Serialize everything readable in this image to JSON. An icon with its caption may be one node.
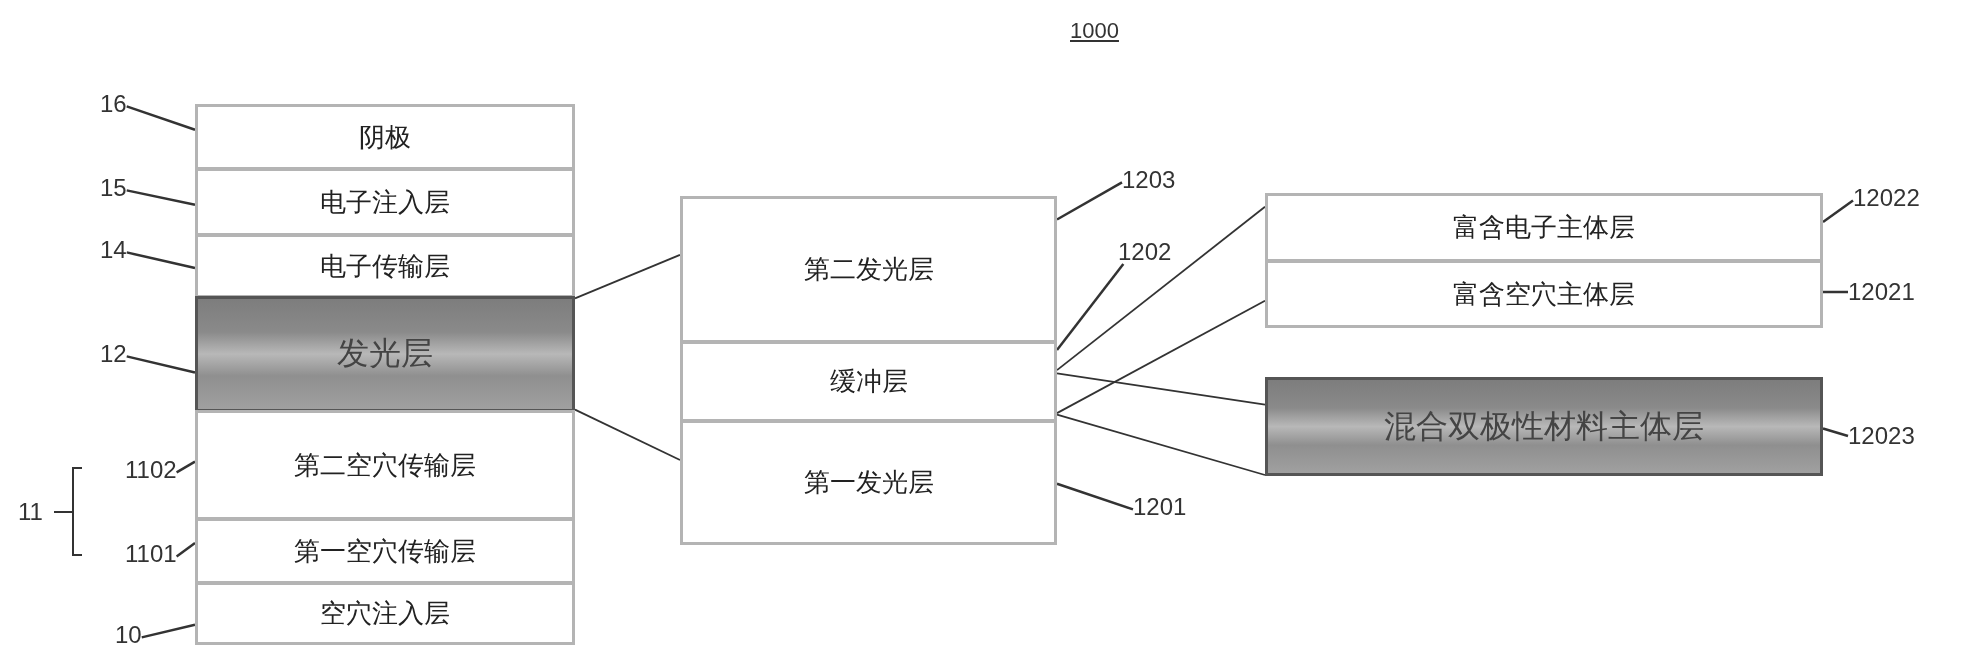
{
  "diagram": {
    "title": "1000",
    "nodes": [
      {
        "text": [
          "阴极"
        ]
      },
      {
        "text": [
          "电子注入层"
        ]
      },
      {
        "text": [
          "电子传输层"
        ]
      },
      {
        "text": [
          "发光层"
        ]
      },
      {
        "text": [
          "第二空穴传输层"
        ]
      },
      {
        "text": [
          "第一空穴传输层"
        ]
      },
      {
        "text": [
          "空穴注入层"
        ]
      },
      {
        "text": [
          "第二发光层"
        ]
      },
      {
        "text": [
          "缓冲层"
        ]
      },
      {
        "text": [
          "第一发光层"
        ]
      },
      {
        "text": [
          "富含电子主体层"
        ]
      },
      {
        "text": [
          "富含空穴主体层"
        ]
      },
      {
        "text": [
          "混合双极性材料主体层"
        ]
      },
      {
        "text": [
          "16"
        ]
      },
      {
        "text": [
          "15"
        ]
      },
      {
        "text": [
          "14"
        ]
      },
      {
        "text": [
          "12"
        ]
      },
      {
        "text": [
          "1102"
        ]
      },
      {
        "text": [
          "1101"
        ]
      },
      {
        "text": [
          "10"
        ]
      },
      {
        "text": [
          "1203"
        ]
      },
      {
        "text": [
          "1202"
        ]
      },
      {
        "text": [
          "1201"
        ]
      },
      {
        "text": [
          "12022"
        ]
      },
      {
        "text": [
          "12021"
        ]
      },
      {
        "text": [
          "12023"
        ]
      }
    ],
    "edges": [
      {
        "from": 13,
        "to": 0,
        "arrow": "none"
      },
      {
        "from": 14,
        "to": 1,
        "arrow": "none"
      },
      {
        "from": 15,
        "to": 2,
        "arrow": "none"
      },
      {
        "from": 16,
        "to": 3,
        "arrow": "none"
      },
      {
        "from": 17,
        "to": 4,
        "arrow": "none"
      },
      {
        "from": 18,
        "to": 5,
        "arrow": "none"
      },
      {
        "from": 19,
        "to": 6,
        "arrow": "none"
      },
      {
        "from": 20,
        "to": 7,
        "arrow": "none"
      },
      {
        "from": 21,
        "to": 8,
        "arrow": "none"
      },
      {
        "from": 22,
        "to": 9,
        "arrow": "none"
      },
      {
        "from": 23,
        "to": 10,
        "arrow": "none"
      },
      {
        "from": 24,
        "to": 11,
        "arrow": "none"
      },
      {
        "from": 25,
        "to": 12,
        "arrow": "none"
      },
      {
        "from": 3,
        "to": 7,
        "arrow": "none"
      },
      {
        "from": 3,
        "to": 9,
        "arrow": "none"
      },
      {
        "from": 8,
        "to": 10,
        "arrow": "none"
      },
      {
        "from": 8,
        "to": 11,
        "arrow": "none"
      },
      {
        "from": 8,
        "to": 12,
        "arrow": "none"
      },
      {
        "from": 8,
        "to": 12,
        "arrow": "none"
      }
    ],
    "labels": [
      "11"
    ]
  }
}
